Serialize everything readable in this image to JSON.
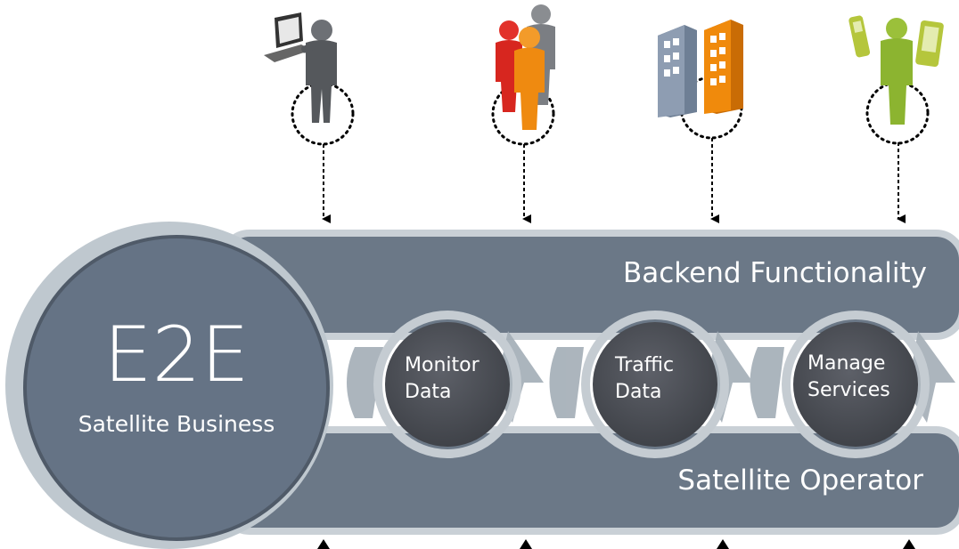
{
  "hub": {
    "title": "E2E",
    "subtitle": "Satellite Business"
  },
  "bands": {
    "top": "Backend Functionality",
    "bottom": "Satellite Operator"
  },
  "processes": [
    {
      "line1": "Monitor",
      "line2": "Data"
    },
    {
      "line1": "Traffic",
      "line2": "Data"
    },
    {
      "line1": "Manage",
      "line2": "Services"
    }
  ],
  "icons": [
    "user-with-laptop-icon",
    "user-group-icon",
    "office-buildings-icon",
    "mobile-user-icon"
  ],
  "colors": {
    "band": "#6b7887",
    "band_border": "#c9d0d6",
    "hub": "#657385",
    "hub_ring": "#bfc8cf",
    "process": "#4c4f55",
    "arrow": "#a3adb6",
    "person_gray": "#55585c",
    "person_red": "#d7261f",
    "person_orange": "#ef8a10",
    "person_green": "#8cb430"
  }
}
